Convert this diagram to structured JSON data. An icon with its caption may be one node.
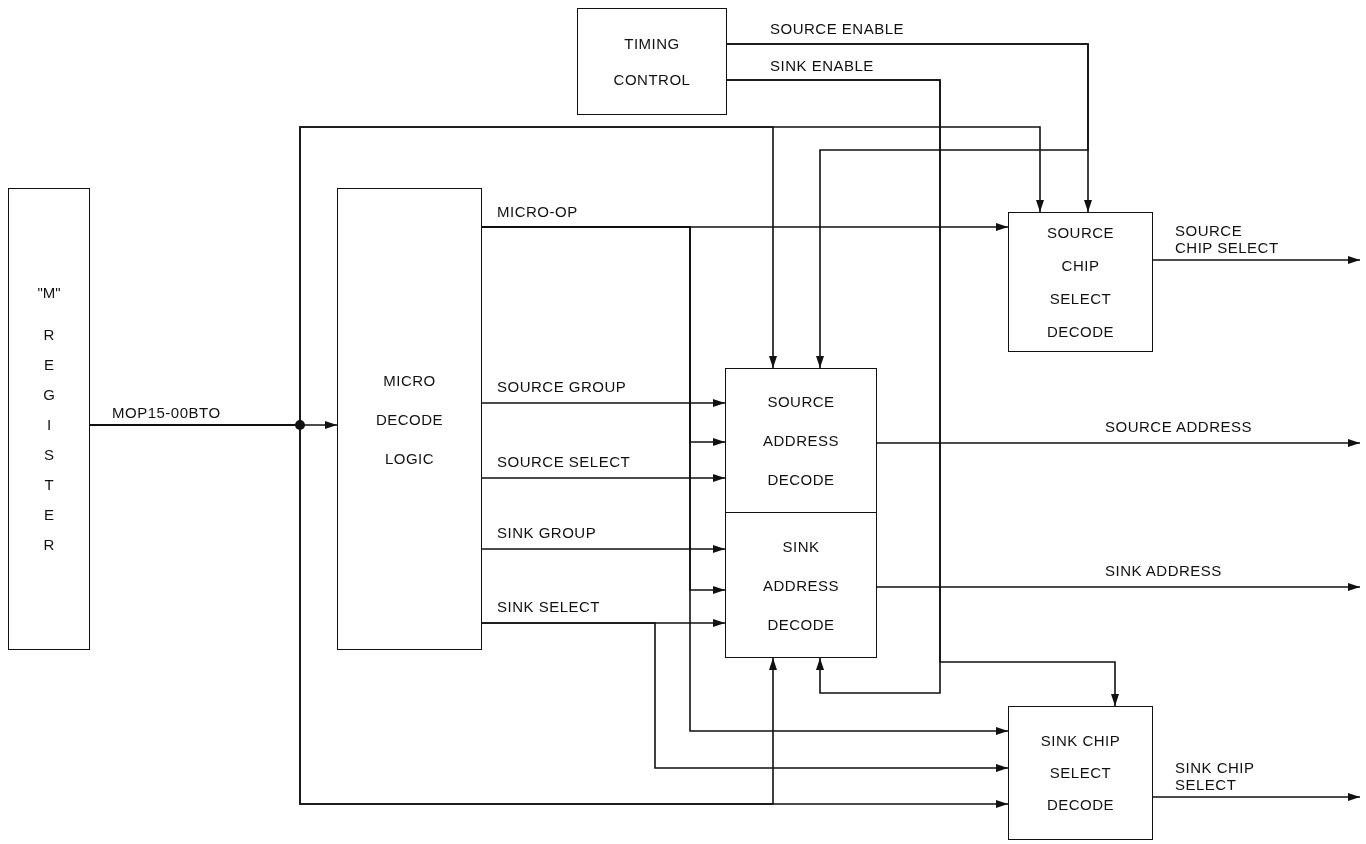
{
  "diagram": {
    "nodes": [
      {
        "text": [
          "\"M\" REGISTER"
        ]
      },
      {
        "text": [
          "TIMING CONTROL"
        ]
      },
      {
        "text": [
          "MICRO DECODE LOGIC"
        ]
      },
      {
        "text": [
          "SOURCE CHIP SELECT DECODE"
        ]
      },
      {
        "text": [
          "SOURCE ADDRESS DECODE"
        ]
      },
      {
        "text": [
          "SINK ADDRESS DECODE"
        ]
      },
      {
        "text": [
          "SINK CHIP SELECT DECODE"
        ]
      }
    ],
    "edges": [
      {
        "from": 0,
        "to": 2,
        "arrow": "to",
        "label": "MOP15-00BTO"
      },
      {
        "from": 0,
        "to": 3,
        "arrow": "to"
      },
      {
        "from": 0,
        "to": 4,
        "arrow": "to"
      },
      {
        "from": 0,
        "to": 5,
        "arrow": "to"
      },
      {
        "from": 0,
        "to": 6,
        "arrow": "to"
      },
      {
        "from": 1,
        "to": 3,
        "arrow": "to",
        "label": "SOURCE ENABLE"
      },
      {
        "from": 1,
        "to": 4,
        "arrow": "to"
      },
      {
        "from": 1,
        "to": 5,
        "arrow": "to",
        "label": "SINK ENABLE"
      },
      {
        "from": 1,
        "to": 6,
        "arrow": "to"
      },
      {
        "from": 2,
        "to": 3,
        "arrow": "to",
        "label": "MICRO-OP"
      },
      {
        "from": 2,
        "to": 4,
        "arrow": "to"
      },
      {
        "from": 2,
        "to": 5,
        "arrow": "to"
      },
      {
        "from": 2,
        "to": 6,
        "arrow": "to"
      },
      {
        "from": 2,
        "to": 4,
        "arrow": "to",
        "label": "SOURCE GROUP"
      },
      {
        "from": 2,
        "to": 4,
        "arrow": "to",
        "label": "SOURCE SELECT"
      },
      {
        "from": 2,
        "to": 5,
        "arrow": "to",
        "label": "SINK GROUP"
      },
      {
        "from": 2,
        "to": 5,
        "arrow": "to",
        "label": "SINK SELECT"
      },
      {
        "from": 2,
        "to": 6,
        "arrow": "to"
      },
      {
        "from": 3,
        "to": null,
        "arrow": "to",
        "label": "SOURCE CHIP SELECT"
      },
      {
        "from": 4,
        "to": null,
        "arrow": "to",
        "label": "SOURCE ADDRESS"
      },
      {
        "from": 5,
        "to": null,
        "arrow": "to",
        "label": "SINK ADDRESS"
      },
      {
        "from": 6,
        "to": null,
        "arrow": "to",
        "label": "SINK CHIP SELECT"
      }
    ]
  }
}
